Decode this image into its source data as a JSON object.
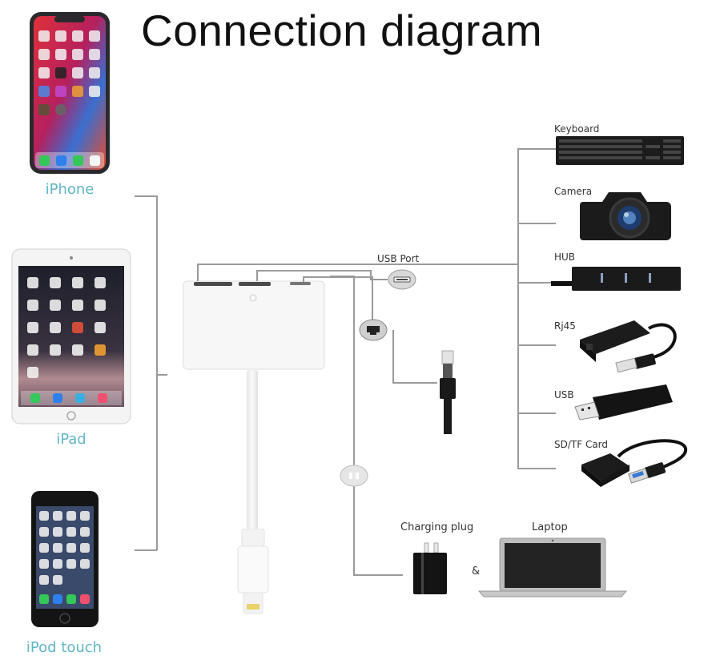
{
  "title": "Connection diagram",
  "devices": [
    {
      "id": "iphone",
      "label": "iPhone",
      "icon": "iphone-icon"
    },
    {
      "id": "ipad",
      "label": "iPad",
      "icon": "ipad-icon"
    },
    {
      "id": "ipod",
      "label": "iPod touch",
      "icon": "ipod-icon"
    }
  ],
  "adapter": {
    "ports": [
      {
        "id": "usb",
        "label": "USB Port",
        "icon": "usb-port-icon"
      },
      {
        "id": "rj45",
        "label": "",
        "icon": "rj45-port-icon"
      },
      {
        "id": "lightning",
        "label": "",
        "icon": "lightning-port-icon"
      }
    ],
    "connector": "lightning-plug-icon"
  },
  "usb_accessories": [
    {
      "label": "Keyboard",
      "icon": "keyboard-icon"
    },
    {
      "label": "Camera",
      "icon": "camera-icon"
    },
    {
      "label": "HUB",
      "icon": "usb-hub-icon"
    },
    {
      "label": "Rj45",
      "icon": "ethernet-adapter-icon"
    },
    {
      "label": "USB",
      "icon": "usb-flash-drive-icon"
    },
    {
      "label": "SD/TF Card",
      "icon": "card-reader-icon"
    }
  ],
  "power": {
    "charging_label": "Charging plug",
    "and_label": "&",
    "laptop_label": "Laptop"
  },
  "colors": {
    "device_label": "#5fb6c4",
    "line": "#9a9a9a",
    "device_body": "#1a1a1a",
    "adapter_body": "#f7f7f7"
  }
}
